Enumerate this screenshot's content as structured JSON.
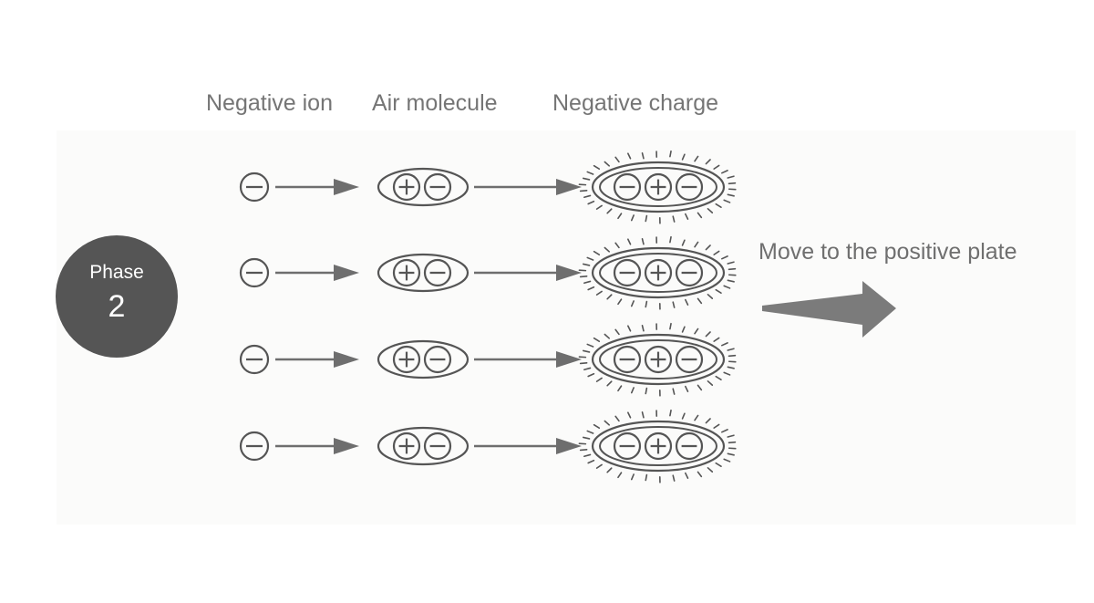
{
  "headers": {
    "negative_ion": "Negative ion",
    "air_molecule": "Air molecule",
    "negative_charge": "Negative charge"
  },
  "phase": {
    "label": "Phase",
    "number": "2"
  },
  "move_label": "Move to the positive plate",
  "rows": [
    {
      "ion": "−",
      "molecule": [
        "+",
        "−"
      ],
      "charge": [
        "−",
        "+",
        "−"
      ]
    },
    {
      "ion": "−",
      "molecule": [
        "+",
        "−"
      ],
      "charge": [
        "−",
        "+",
        "−"
      ]
    },
    {
      "ion": "−",
      "molecule": [
        "+",
        "−"
      ],
      "charge": [
        "−",
        "+",
        "−"
      ]
    },
    {
      "ion": "−",
      "molecule": [
        "+",
        "−"
      ],
      "charge": [
        "−",
        "+",
        "−"
      ]
    }
  ],
  "colors": {
    "stroke": "#555555",
    "arrow": "#6e6e6e",
    "phase_bg": "#555555",
    "big_arrow": "#7b7b7b",
    "text": "#757575"
  }
}
